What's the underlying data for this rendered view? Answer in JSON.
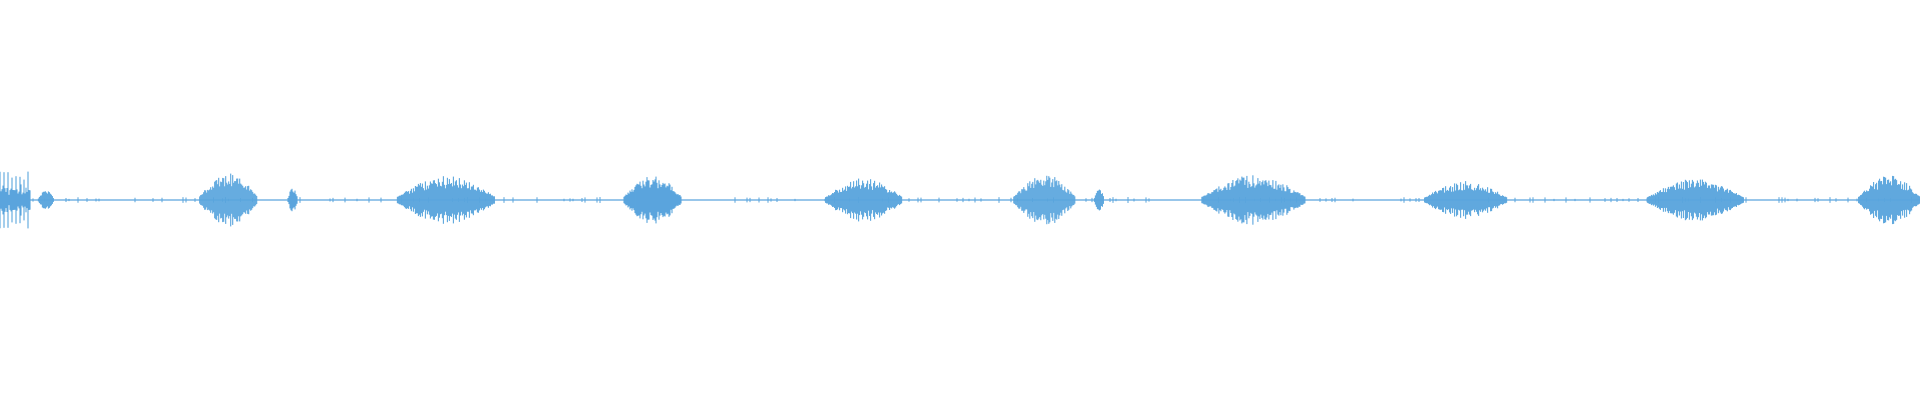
{
  "waveform": {
    "color": "#5aa5dd",
    "background": "#ffffff",
    "baseline": "center",
    "segments": [
      {
        "start": 0.0,
        "end": 0.016,
        "amplitude": 0.55,
        "style": "attack"
      },
      {
        "start": 0.02,
        "end": 0.028,
        "amplitude": 0.16,
        "style": "burst"
      },
      {
        "start": 0.104,
        "end": 0.134,
        "amplitude": 0.4,
        "style": "burst"
      },
      {
        "start": 0.15,
        "end": 0.155,
        "amplitude": 0.22,
        "style": "burst"
      },
      {
        "start": 0.207,
        "end": 0.258,
        "amplitude": 0.35,
        "style": "burst"
      },
      {
        "start": 0.325,
        "end": 0.355,
        "amplitude": 0.36,
        "style": "burst"
      },
      {
        "start": 0.43,
        "end": 0.47,
        "amplitude": 0.32,
        "style": "burst"
      },
      {
        "start": 0.528,
        "end": 0.56,
        "amplitude": 0.38,
        "style": "burst"
      },
      {
        "start": 0.57,
        "end": 0.575,
        "amplitude": 0.2,
        "style": "burst"
      },
      {
        "start": 0.626,
        "end": 0.68,
        "amplitude": 0.36,
        "style": "burst"
      },
      {
        "start": 0.742,
        "end": 0.785,
        "amplitude": 0.28,
        "style": "burst"
      },
      {
        "start": 0.858,
        "end": 0.908,
        "amplitude": 0.31,
        "style": "burst"
      },
      {
        "start": 0.968,
        "end": 1.0,
        "amplitude": 0.36,
        "style": "burst"
      }
    ]
  }
}
